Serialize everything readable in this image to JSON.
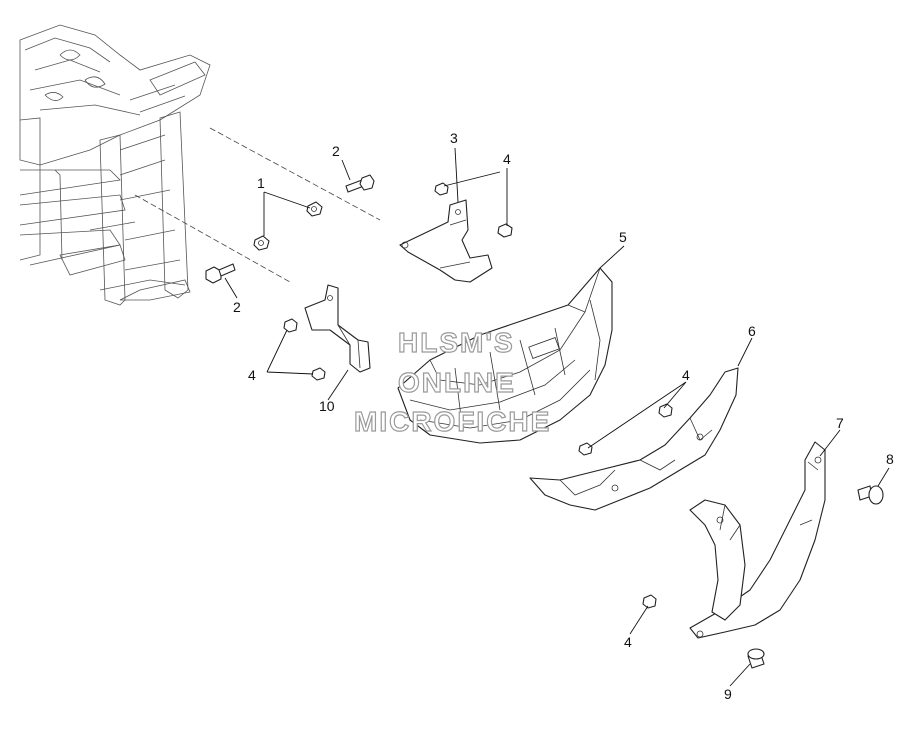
{
  "watermark": {
    "line1": "HLSM'S",
    "line2": "ONLINE",
    "line3": "MICROFICHE"
  },
  "callouts": [
    {
      "id": "c1a",
      "text": "1"
    },
    {
      "id": "c2a",
      "text": "2"
    },
    {
      "id": "c2b",
      "text": "2"
    },
    {
      "id": "c3",
      "text": "3"
    },
    {
      "id": "c4a",
      "text": "4"
    },
    {
      "id": "c4b",
      "text": "4"
    },
    {
      "id": "c4c",
      "text": "4"
    },
    {
      "id": "c4d",
      "text": "4"
    },
    {
      "id": "c5",
      "text": "5"
    },
    {
      "id": "c6",
      "text": "6"
    },
    {
      "id": "c7",
      "text": "7"
    },
    {
      "id": "c8",
      "text": "8"
    },
    {
      "id": "c9",
      "text": "9"
    },
    {
      "id": "c10",
      "text": "10"
    }
  ],
  "colors": {
    "line": "#222222",
    "watermark_stroke": "#9a9a9a",
    "background": "#ffffff"
  }
}
